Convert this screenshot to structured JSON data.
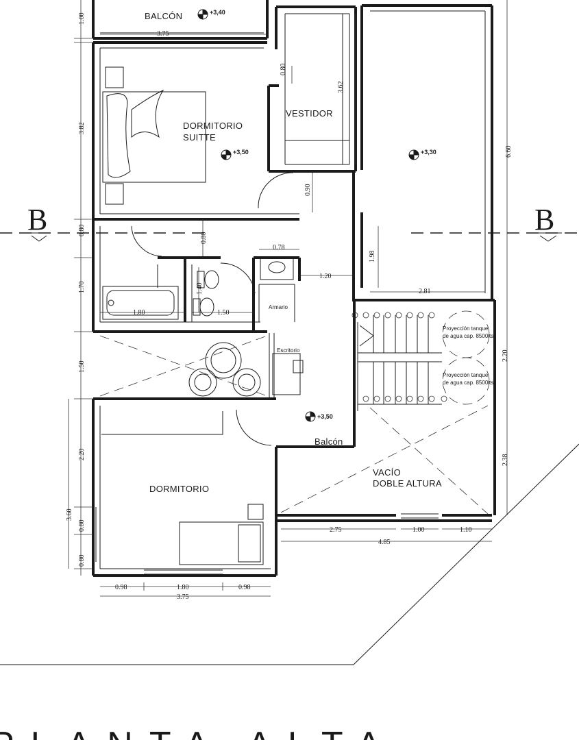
{
  "rooms": {
    "balcon_top": "BALCÓN",
    "dormitorio_suite_1": "DORMITORIO",
    "dormitorio_suite_2": "SUITTE",
    "vestidor": "VESTIDOR",
    "armario": "Armario",
    "escritorio": "Escritorio",
    "balcon_mid": "Balcón",
    "dormitorio": "DORMITORIO",
    "vacio_1": "VACÍO",
    "vacio_2": "DOBLE  ALTURA",
    "tanque1_1": "Proyección tanque",
    "tanque1_2": "de agua cap. 8500lts",
    "tanque2_1": "Proyección tanque",
    "tanque2_2": "de agua cap. 8500lts"
  },
  "levels": {
    "balcon": "+3,40",
    "suite": "+3,50",
    "right": "+3,30",
    "balcon_mid": "+3,50"
  },
  "dimensions": {
    "d_1_00": "1.00",
    "d_3_75_top": "3.75",
    "d_0_80_vest": "0.80",
    "d_3_62": "3.62",
    "d_3_82": "3.82",
    "d_6_60": "6.60",
    "d_0_90": "0.90",
    "d_0_80_left": "0.80",
    "d_0_80_hall": "0.80",
    "d_0_78": "0.78",
    "d_1_98": "1.98",
    "d_1_70": "1.70",
    "d_1_40": "1.40",
    "d_1_20": "1.20",
    "d_2_81": "2.81",
    "d_1_80_bath": "1.80",
    "d_1_50_bath": "1.50",
    "d_1_50_left": "1.50",
    "d_2_20_right": "2.20",
    "d_2_20_left": "2.20",
    "d_2_38": "2.38",
    "d_3_60": "3.60",
    "d_0_80_a": "0.80",
    "d_0_80_b": "0.80",
    "d_2_75": "2.75",
    "d_1_00_b": "1.00",
    "d_1_10": "1.10",
    "d_4_85": "4.85",
    "d_0_98_a": "0.98",
    "d_1_80_b": "1.80",
    "d_0_98_b": "0.98",
    "d_3_75_b": "3.75"
  },
  "section": {
    "left": "B",
    "right": "B"
  },
  "title": "PLANTA ALTA"
}
